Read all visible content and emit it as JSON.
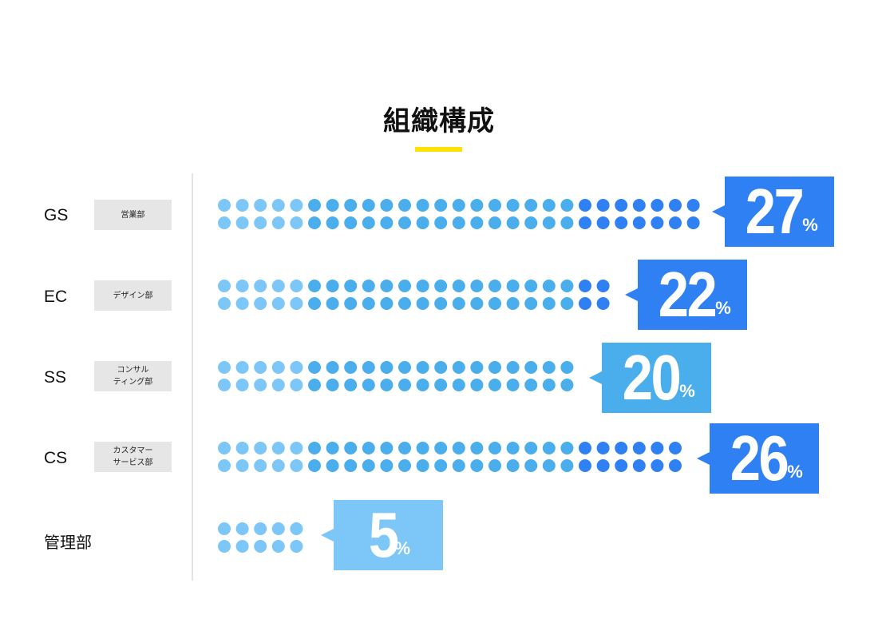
{
  "title": "組織構成",
  "colors": {
    "accent": "#ffe200",
    "dot_light": "#7cc6f8",
    "dot_mid": "#4aaeed",
    "dot_dark": "#2f80f2",
    "box_dark": "#2f80f2",
    "box_mid": "#4aaeed",
    "box_light": "#7cc6f8"
  },
  "chart_data": {
    "type": "bar",
    "title": "組織構成",
    "unit": "%",
    "categories": [
      "GS",
      "EC",
      "SS",
      "CS",
      "管理部"
    ],
    "category_details": [
      "営業部",
      "デザイン部",
      "コンサル\nティング部",
      "カスタマー\nサービス部",
      ""
    ],
    "values": [
      27,
      22,
      20,
      26,
      5
    ],
    "value_labels": [
      "27",
      "22",
      "20",
      "26",
      "5"
    ],
    "box_colors": [
      "box_dark",
      "box_dark",
      "box_mid",
      "box_dark",
      "box_light"
    ]
  }
}
